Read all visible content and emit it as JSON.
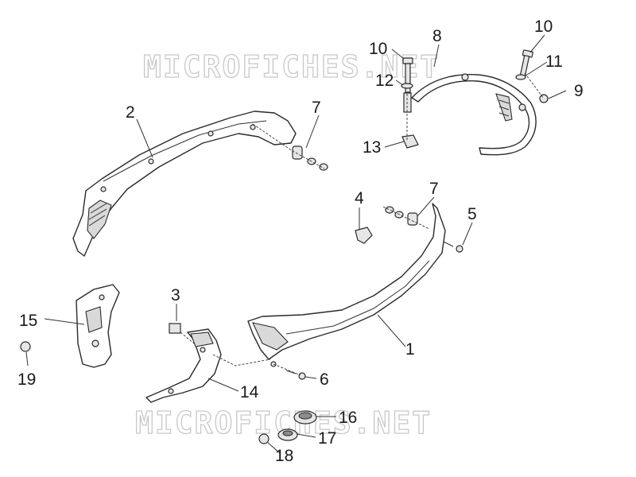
{
  "diagram": {
    "watermark_text": "MICROFICHES.NET",
    "callouts": [
      "1",
      "2",
      "3",
      "4",
      "5",
      "6",
      "7",
      "7",
      "8",
      "9",
      "10",
      "10",
      "11",
      "12",
      "13",
      "14",
      "15",
      "16",
      "17",
      "18",
      "19"
    ]
  }
}
